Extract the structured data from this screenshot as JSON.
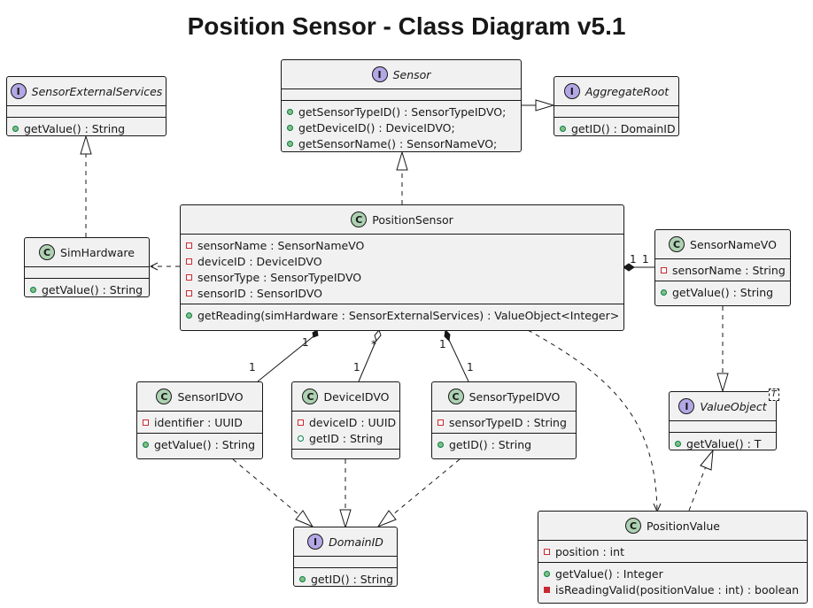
{
  "title": "Position Sensor - Class Diagram v5.1",
  "colors": {
    "class_badge": "#add1b2",
    "interface_badge": "#b4a7e5",
    "box_fill": "#f1f1f1",
    "line": "#181818"
  },
  "boxes": {
    "sensor_external_services": {
      "kind": "I",
      "name": "SensorExternalServices",
      "fields": [],
      "methods": [
        {
          "text": "getValue() : String",
          "vis": "pub"
        }
      ]
    },
    "sensor": {
      "kind": "I",
      "name": "Sensor",
      "fields": [],
      "methods": [
        {
          "text": "getSensorTypeID() : SensorTypeIDVO;",
          "vis": "pub"
        },
        {
          "text": "getDeviceID() : DeviceIDVO;",
          "vis": "pub"
        },
        {
          "text": "getSensorName() : SensorNameVO;",
          "vis": "pub"
        }
      ]
    },
    "aggregate_root": {
      "kind": "I",
      "name": "AggregateRoot",
      "fields": [],
      "methods": [
        {
          "text": "getID() : DomainID",
          "vis": "pub"
        }
      ]
    },
    "sim_hardware": {
      "kind": "C",
      "name": "SimHardware",
      "fields": [],
      "methods": [
        {
          "text": "getValue() : String",
          "vis": "pub"
        }
      ]
    },
    "position_sensor": {
      "kind": "C",
      "name": "PositionSensor",
      "fields": [
        {
          "text": "sensorName : SensorNameVO",
          "vis": "priv"
        },
        {
          "text": "deviceID : DeviceIDVO",
          "vis": "priv"
        },
        {
          "text": "sensorType : SensorTypeIDVO",
          "vis": "priv"
        },
        {
          "text": "sensorID : SensorIDVO",
          "vis": "priv"
        }
      ],
      "methods": [
        {
          "text": "getReading(simHardware : SensorExternalServices) : ValueObject<Integer>",
          "vis": "pub"
        }
      ]
    },
    "sensor_name_vo": {
      "kind": "C",
      "name": "SensorNameVO",
      "fields": [
        {
          "text": "sensorName : String",
          "vis": "priv"
        }
      ],
      "methods": [
        {
          "text": "getValue() : String",
          "vis": "pub"
        }
      ]
    },
    "sensor_id_vo": {
      "kind": "C",
      "name": "SensorIDVO",
      "fields": [
        {
          "text": "identifier : UUID",
          "vis": "priv"
        }
      ],
      "methods": [
        {
          "text": "getValue() : String",
          "vis": "pub"
        }
      ]
    },
    "device_id_vo": {
      "kind": "C",
      "name": "DeviceIDVO",
      "fields": [
        {
          "text": "deviceID : UUID",
          "vis": "priv"
        },
        {
          "text": "getID : String",
          "vis": "pubo"
        }
      ],
      "methods": []
    },
    "sensor_type_id_vo": {
      "kind": "C",
      "name": "SensorTypeIDVO",
      "fields": [
        {
          "text": "sensorTypeID : String",
          "vis": "priv"
        }
      ],
      "methods": [
        {
          "text": "getID() : String",
          "vis": "pub"
        }
      ]
    },
    "value_object": {
      "kind": "I",
      "name": "ValueObject",
      "type_param": "T",
      "fields": [],
      "methods": [
        {
          "text": "getValue() : T",
          "vis": "pub"
        }
      ]
    },
    "domain_id": {
      "kind": "I",
      "name": "DomainID",
      "fields": [],
      "methods": [
        {
          "text": "getID() : String",
          "vis": "pub"
        }
      ]
    },
    "position_value": {
      "kind": "C",
      "name": "PositionValue",
      "fields": [
        {
          "text": "position : int",
          "vis": "priv"
        }
      ],
      "methods": [
        {
          "text": "getValue() : Integer",
          "vis": "pub"
        },
        {
          "text": "isReadingValid(positionValue : int) : boolean",
          "vis": "privf"
        }
      ]
    }
  },
  "multiplicities": {
    "name_near_sensor": "1",
    "name_near_vo": "1",
    "sid_top": "1",
    "sid_bottom": "1",
    "did_top": "*",
    "did_bottom": "1",
    "stid_top": "1",
    "stid_bottom": "1"
  }
}
